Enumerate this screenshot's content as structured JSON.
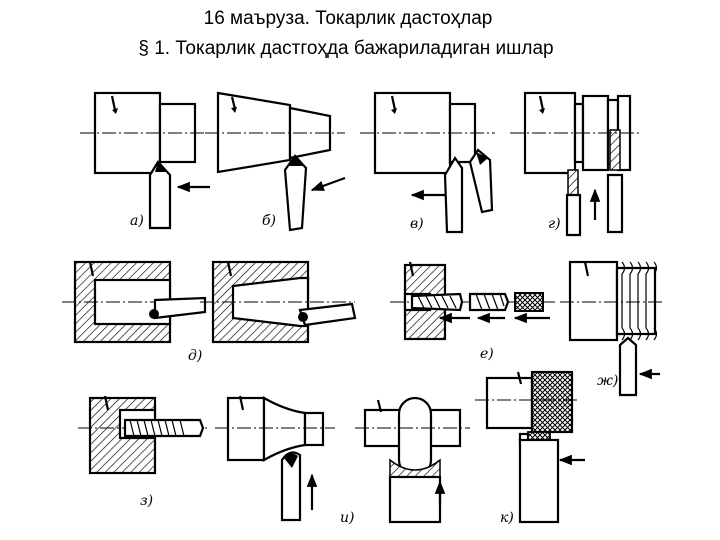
{
  "slide": {
    "title": "16 маъруза. Токарлик дастоҳлар",
    "subtitle": "§ 1. Токарлик дастгоҳда бажариладиган ишлар"
  },
  "figures": [
    {
      "label": "а)"
    },
    {
      "label": "б)"
    },
    {
      "label": "в)"
    },
    {
      "label": "г)"
    },
    {
      "label": "д)"
    },
    {
      "label": "е)"
    },
    {
      "label": "ж)"
    },
    {
      "label": "з)"
    },
    {
      "label": "и)"
    },
    {
      "label": "к)"
    }
  ]
}
